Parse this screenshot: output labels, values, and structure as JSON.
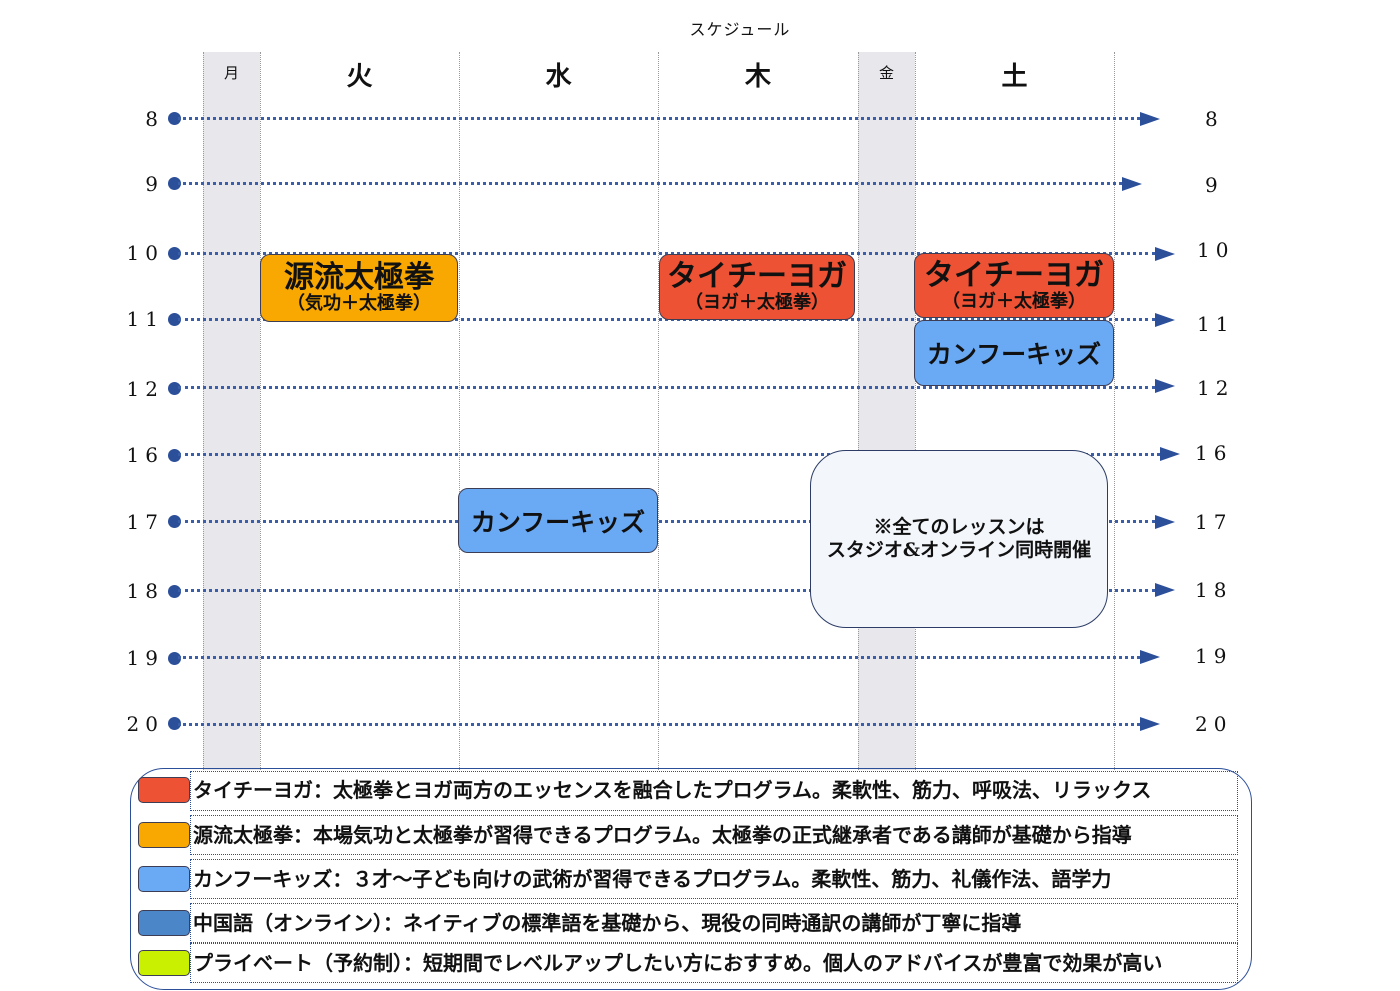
{
  "title": "スケジュール",
  "days": {
    "mon": "月",
    "tue": "火",
    "wed": "水",
    "thu": "木",
    "fri": "金",
    "sat": "土"
  },
  "times": {
    "t8": "8",
    "t9": "9",
    "t10": "10",
    "t11": "11",
    "t12": "12",
    "t16": "16",
    "t17": "17",
    "t18": "18",
    "t19": "19",
    "t20": "20"
  },
  "blocks": {
    "tue_genryu_main": "源流太極拳",
    "tue_genryu_sub": "（気功＋太極拳）",
    "thu_taichi_main": "タイチーヨガ",
    "thu_taichi_sub": "（ヨガ＋太極拳）",
    "sat_taichi_main": "タイチーヨガ",
    "sat_taichi_sub": "（ヨガ＋太極拳）",
    "sat_kungfu": "カンフーキッズ",
    "wed_kungfu": "カンフーキッズ"
  },
  "note": {
    "line1": "※全てのレッスンは",
    "line2": "スタジオ&オンライン同時開催"
  },
  "legend": {
    "taichi": "タイチーヨガ：太極拳とヨガ両方のエッセンスを融合したプログラム。柔軟性、筋力、呼吸法、リラックス",
    "genryu": "源流太極拳：本場気功と太極拳が習得できるプログラム。太極拳の正式継承者である講師が基礎から指導",
    "kungfu": "カンフーキッズ：３才〜子ども向けの武術が習得できるプログラム。柔軟性、筋力、礼儀作法、語学力",
    "chinese": "中国語（オンライン）：ネイティブの標準語を基礎から、現役の同時通訳の講師が丁寧に指導",
    "private": "プライベート（予約制）：短期間でレベルアップしたい方におすすめ。個人のアドバイスが豊富で効果が高い"
  },
  "colors": {
    "taichi": "#ec5233",
    "genryu": "#f8a800",
    "kungfu": "#6aaaf5",
    "chinese": "#4a86c8",
    "private": "#c8f000"
  }
}
